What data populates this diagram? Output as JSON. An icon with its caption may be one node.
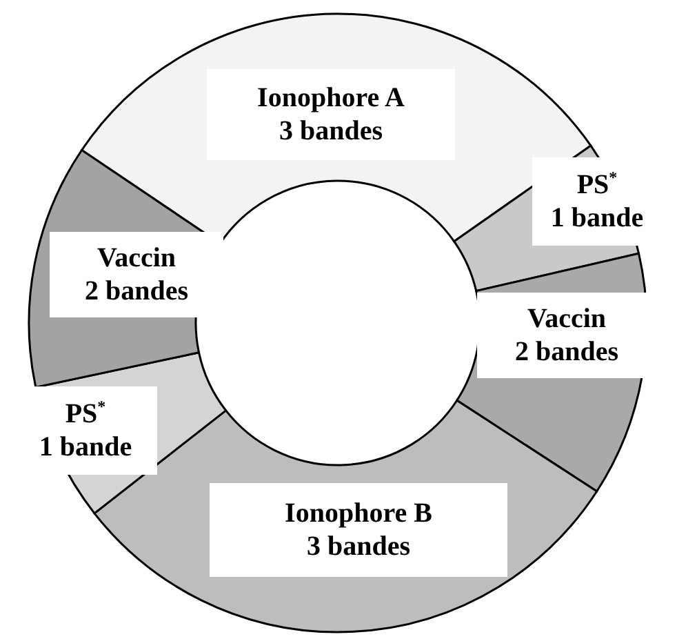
{
  "diagram": {
    "nodes": [
      {
        "text": [
          "Ionophore A",
          "3 bandes"
        ]
      },
      {
        "text": [
          "PS$^{*}$",
          "1 bande"
        ]
      },
      {
        "text": [
          "Vaccin",
          "2 bandes"
        ]
      },
      {
        "text": [
          "Ionophore B",
          "3 bandes"
        ]
      },
      {
        "text": [
          "PS$^{*}$",
          "1 bande"
        ]
      },
      {
        "text": [
          "Vaccin",
          "2 bandes"
        ]
      }
    ]
  }
}
